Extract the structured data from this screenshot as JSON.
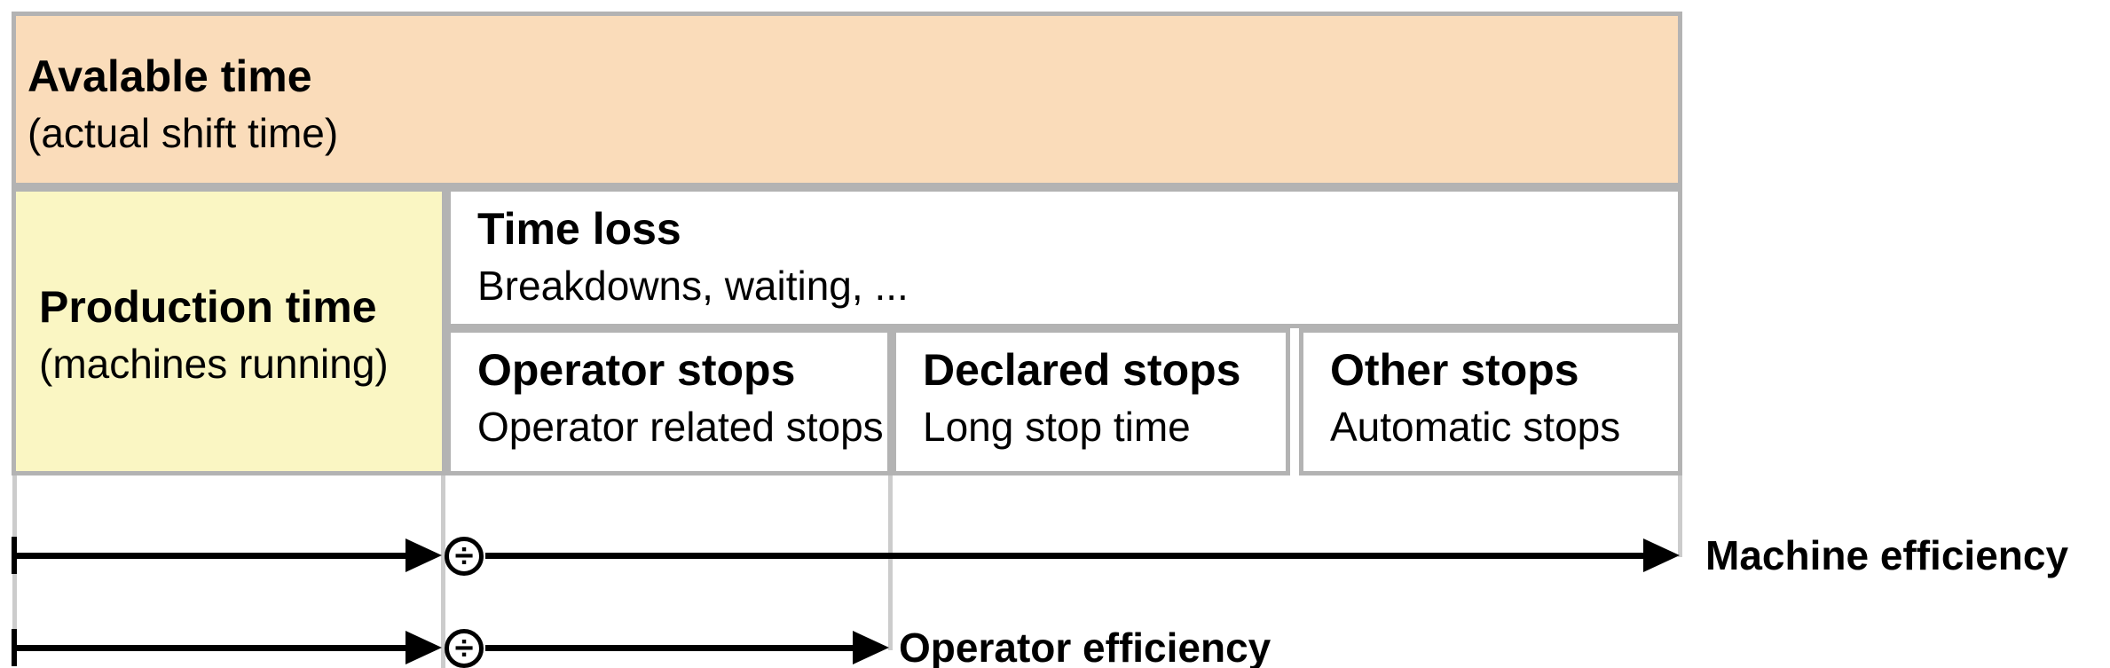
{
  "diagram": {
    "available": {
      "title": "Avalable time",
      "subtitle": "(actual shift time)"
    },
    "production": {
      "title": "Production time",
      "subtitle": "(machines running)"
    },
    "time_loss": {
      "title": "Time loss",
      "subtitle": "Breakdowns, waiting, ..."
    },
    "operator_stops": {
      "title": "Operator stops",
      "subtitle": "Operator related stops"
    },
    "declared_stops": {
      "title": "Declared stops",
      "subtitle": "Long stop time"
    },
    "other_stops": {
      "title": "Other stops",
      "subtitle": "Automatic stops"
    },
    "machine_efficiency_label": "Machine efficiency",
    "operator_efficiency_label": "Operator efficiency",
    "divide_symbol": "÷",
    "colors": {
      "available_bg": "#fadcba",
      "production_bg": "#faf6c3",
      "border": "#b3b3b3",
      "guide_line": "#cccccc",
      "arrow": "#000000"
    }
  }
}
